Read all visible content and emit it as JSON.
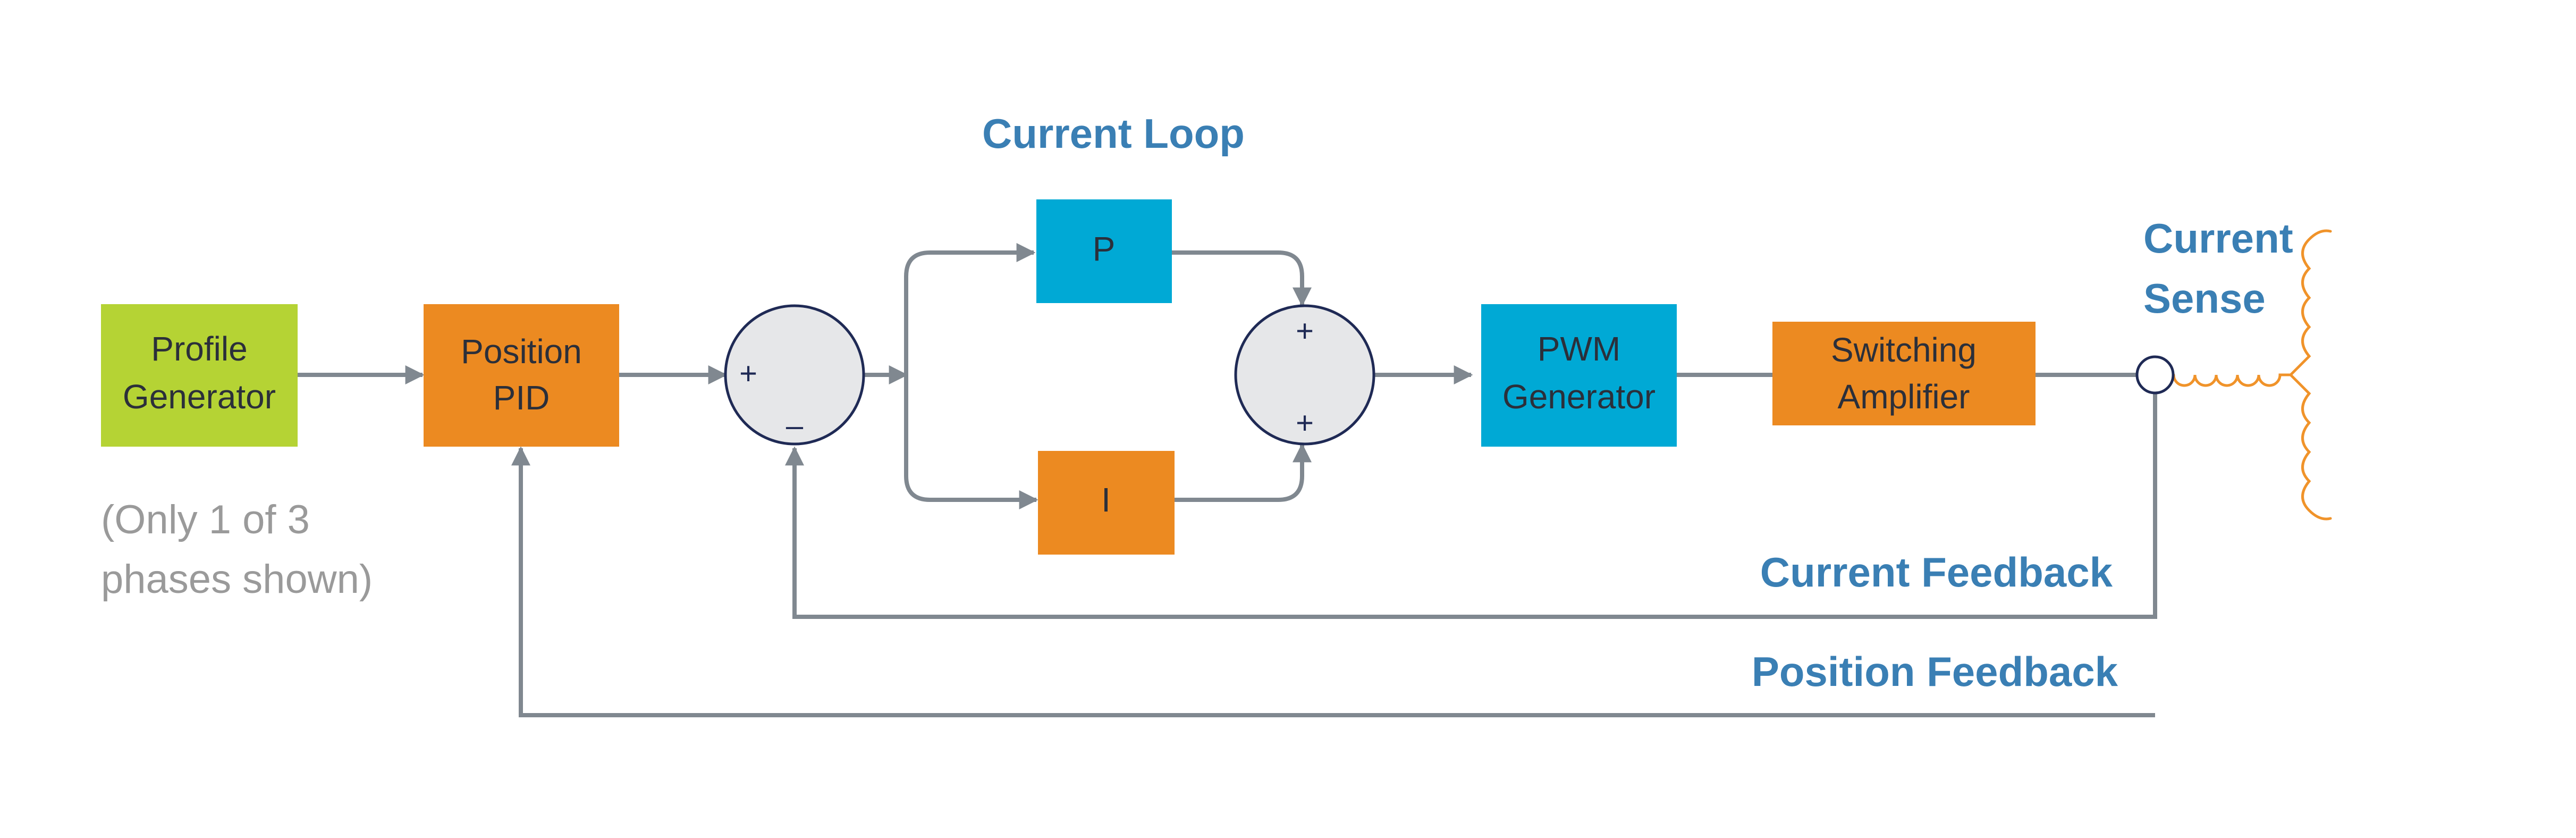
{
  "colors": {
    "green_block": "#b5d334",
    "orange_block": "#ec8a21",
    "blue_block": "#00a9d5",
    "label_blue": "#3a7fb4",
    "note_gray": "#9a9a9a",
    "wire": "#808890",
    "coil": "#f0932a",
    "summer_fill": "#e6e7e9",
    "summer_stroke": "#1f2a55"
  },
  "blocks": {
    "profile_generator": {
      "line1": "Profile",
      "line2": "Generator"
    },
    "position_pid": {
      "line1": "Position",
      "line2": "PID"
    },
    "p_gain": {
      "label": "P"
    },
    "i_gain": {
      "label": "I"
    },
    "pwm_generator": {
      "line1": "PWM",
      "line2": "Generator"
    },
    "switching_amplifier": {
      "line1": "Switching",
      "line2": "Amplifier"
    }
  },
  "summers": {
    "error_summer": {
      "top_sign": "+",
      "bottom_sign": "–"
    },
    "pi_summer": {
      "top_sign": "+",
      "bottom_sign": "+"
    }
  },
  "labels": {
    "current_loop": "Current Loop",
    "current_sense_line1": "Current",
    "current_sense_line2": "Sense",
    "current_feedback": "Current Feedback",
    "position_feedback": "Position Feedback",
    "note_line1": "(Only 1 of 3",
    "note_line2": "phases shown)"
  }
}
